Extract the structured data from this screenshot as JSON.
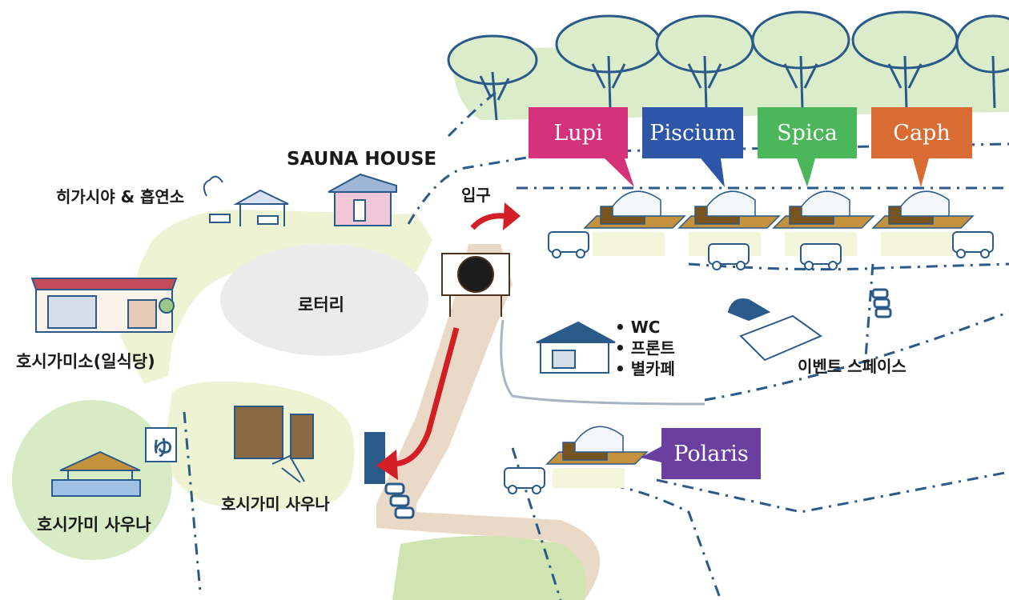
{
  "labels": {
    "smoking": "히가시야 & 흡연소",
    "sauna_house": "SAUNA HOUSE",
    "entrance": "입구",
    "rotary": "로터리",
    "restaurant": "호시가미소(일식당)",
    "outdoor_sauna": "호시가미 사우나",
    "cabin_sauna": "호시가미 사우나",
    "event_space": "이벤트 스페이스"
  },
  "facilities": [
    "WC",
    "프론트",
    "별카페"
  ],
  "sites": [
    {
      "name": "Lupi",
      "color": "#d6317b"
    },
    {
      "name": "Piscium",
      "color": "#2e56a8"
    },
    {
      "name": "Spica",
      "color": "#4bb75a"
    },
    {
      "name": "Caph",
      "color": "#d86c33"
    },
    {
      "name": "Polaris",
      "color": "#6a3fa0"
    }
  ],
  "sauna_banner_glyph": "ゆ",
  "colors": {
    "path_blue": "#2a5a8a",
    "road": "#ead9c6",
    "grass_light": "#eef3d4",
    "rotary": "#ebebeb",
    "arrow_red": "#d21e24"
  }
}
